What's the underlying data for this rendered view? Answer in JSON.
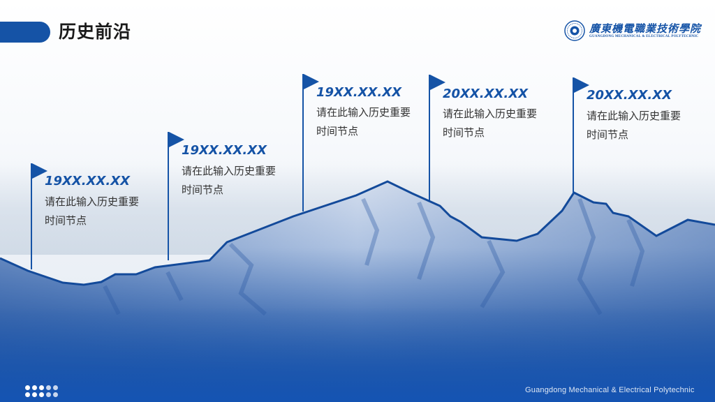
{
  "header": {
    "title": "历史前沿",
    "logo_cn": "廣東機電職業技術學院",
    "logo_en": "GUANGDONG MECHANICAL & ELECTRICAL POLYTECHNIC"
  },
  "milestones": [
    {
      "date": "19XX.XX.XX",
      "desc_line1": "请在此输入历史重要",
      "desc_line2": "时间节点"
    },
    {
      "date": "19XX.XX.XX",
      "desc_line1": "请在此输入历史重要",
      "desc_line2": "时间节点"
    },
    {
      "date": "19XX.XX.XX",
      "desc_line1": "请在此输入历史重要",
      "desc_line2": "时间节点"
    },
    {
      "date": "20XX.XX.XX",
      "desc_line1": "请在此输入历史重要",
      "desc_line2": "时间节点"
    },
    {
      "date": "20XX.XX.XX",
      "desc_line1": "请在此输入历史重要",
      "desc_line2": "时间节点"
    }
  ],
  "footer": {
    "text": "Guangdong  Mechanical & Electrical Polytechnic"
  },
  "colors": {
    "accent": "#1553a6",
    "mountain_dark": "#1a4f9c",
    "snow": "#eef3fa"
  }
}
